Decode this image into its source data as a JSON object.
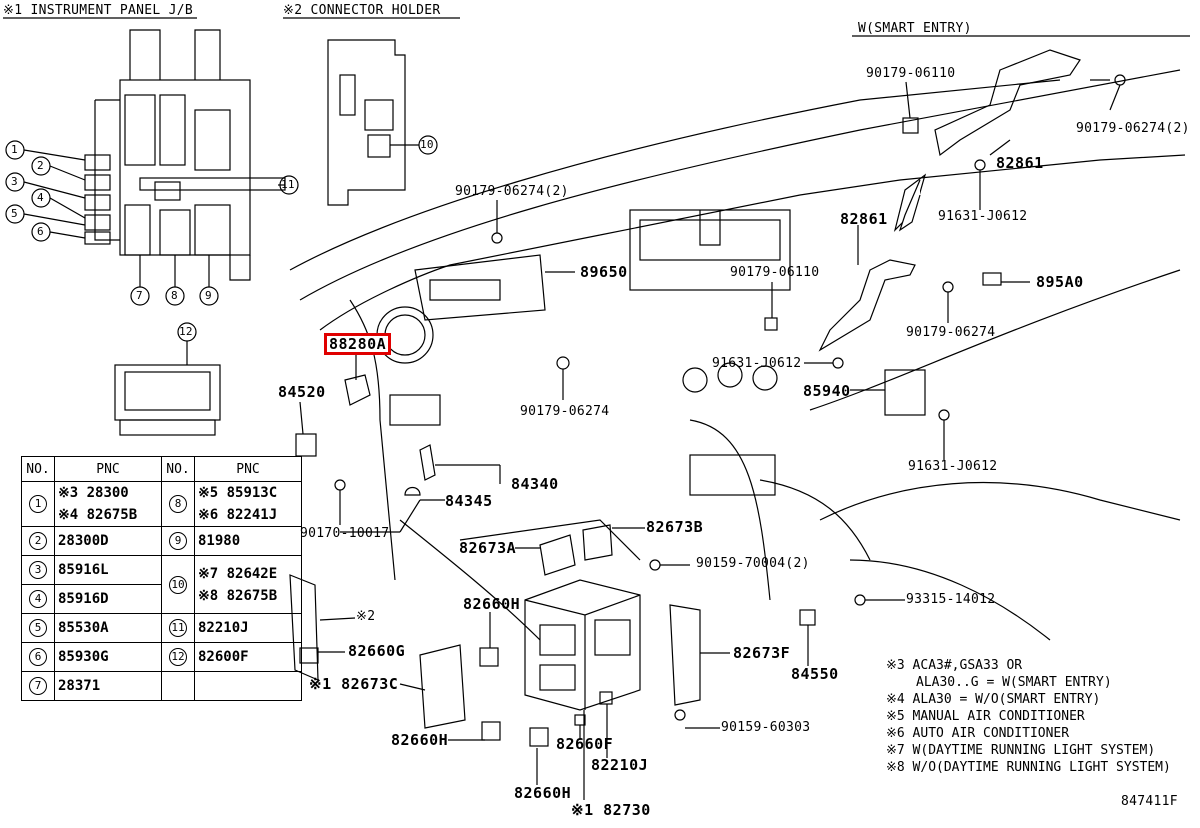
{
  "headers": {
    "instrument_panel_jb": "※1 INSTRUMENT PANEL J/B",
    "connector_holder": "※2 CONNECTOR HOLDER",
    "smart_entry": "W(SMART ENTRY)"
  },
  "callouts": {
    "c1": "1",
    "c2": "2",
    "c3": "3",
    "c4": "4",
    "c5": "5",
    "c6": "6",
    "c7": "7",
    "c8": "8",
    "c9": "9",
    "c10": "10",
    "c11": "11",
    "c12": "12"
  },
  "parts": {
    "p90179_06110_a": "90179-06110",
    "p90179_06274_a": "90179-06274(2)",
    "p82861_a": "82861",
    "p91631_j0612_a": "91631-J0612",
    "p90179_06274_2": "90179-06274(2)",
    "p89650": "89650",
    "p82861_b": "82861",
    "p90179_06110_b": "90179-06110",
    "p895a0": "895A0",
    "p88280a": "88280A",
    "p90179_06274_b": "90179-06274",
    "p84520": "84520",
    "p91631_j0612_b": "91631-J0612",
    "p90179_06274_c": "90179-06274",
    "p85940": "85940",
    "p91631_j0612_c": "91631-J0612",
    "p84340": "84340",
    "p84345": "84345",
    "p90170_10017": "90170-10017",
    "p82673b": "82673B",
    "p82673a": "82673A",
    "p90159_70004": "90159-70004(2)",
    "p93315_14012": "93315-14012",
    "p82660h_a": "82660H",
    "p_x2": "※2",
    "p82660g": "82660G",
    "p82673f": "82673F",
    "p84550": "84550",
    "p82673c": "※1 82673C",
    "p90159_60303": "90159-60303",
    "p82660h_b": "82660H",
    "p82660f": "82660F",
    "p82210j": "82210J",
    "p82660h_c": "82660H",
    "p82730": "※1 82730"
  },
  "notes": [
    "※3 ACA3#,GSA33 OR",
    "ALA30..G = W(SMART ENTRY)",
    "※4 ALA30 = W/O(SMART ENTRY)",
    "※5 MANUAL AIR CONDITIONER",
    "※6 AUTO AIR CONDITIONER",
    "※7 W(DAYTIME RUNNING LIGHT SYSTEM)",
    "※8 W/O(DAYTIME RUNNING LIGHT SYSTEM)"
  ],
  "table": {
    "headers": [
      "NO.",
      "PNC",
      "NO.",
      "PNC"
    ],
    "rows": [
      {
        "no1": "1",
        "pnc1": [
          "※3 28300",
          "※4 82675B"
        ],
        "no2": "8",
        "pnc2": [
          "※5 85913C",
          "※6 82241J"
        ]
      },
      {
        "no1": "2",
        "pnc1": [
          "28300D"
        ],
        "no2": "9",
        "pnc2": [
          "81980"
        ]
      },
      {
        "no1": "3",
        "pnc1": [
          "85916L"
        ],
        "no2": "10",
        "pnc2": [
          "※7 82642E",
          "※8 82675B"
        ]
      },
      {
        "no1": "4",
        "pnc1": [
          "85916D"
        ],
        "no2": "",
        "pnc2": []
      },
      {
        "no1": "5",
        "pnc1": [
          "85530A"
        ],
        "no2": "11",
        "pnc2": [
          "82210J"
        ]
      },
      {
        "no1": "6",
        "pnc1": [
          "85930G"
        ],
        "no2": "12",
        "pnc2": [
          "82600F"
        ]
      },
      {
        "no1": "7",
        "pnc1": [
          "28371"
        ],
        "no2": "",
        "pnc2": []
      }
    ]
  },
  "illustration_id": "847411F",
  "colors": {
    "highlight": "#e00000",
    "ink": "#000000"
  }
}
